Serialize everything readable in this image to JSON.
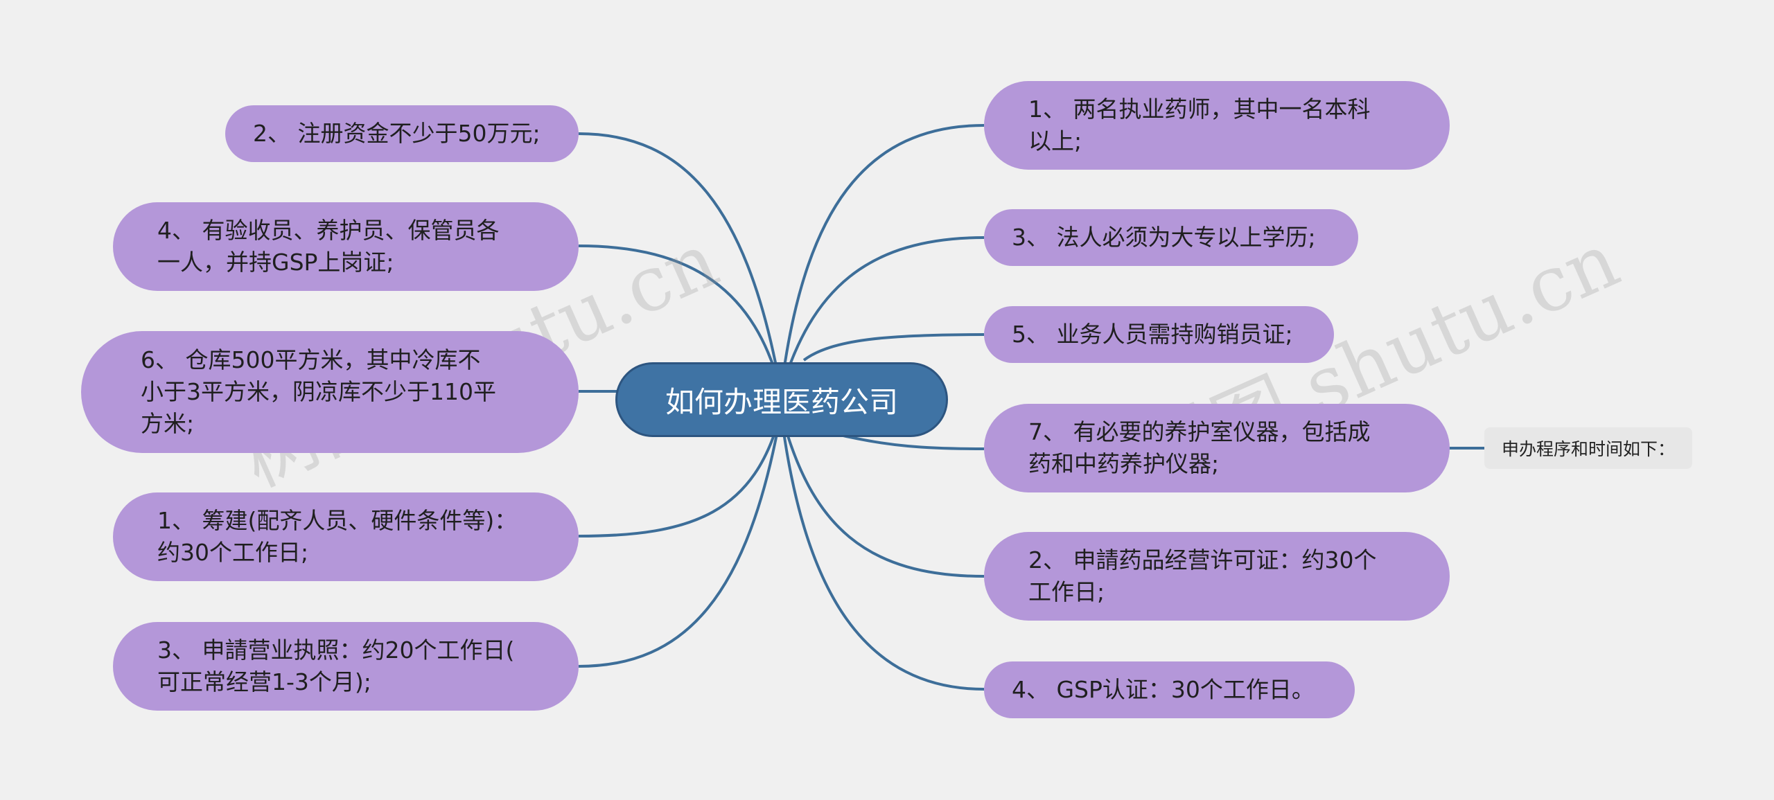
{
  "root": {
    "label": "如何办理医药公司"
  },
  "left_nodes": [
    {
      "id": "L1",
      "label": "2、 注册资金不少于50万元;"
    },
    {
      "id": "L2",
      "label": "4、 有验收员、养护员、保管员各\n一人，并持GSP上岗证;"
    },
    {
      "id": "L3",
      "label": "6、 仓库500平方米，其中冷库不\n小于3平方米，阴凉库不少于110平\n方米;"
    },
    {
      "id": "L4",
      "label": "1、 筹建(配齐人员、硬件条件等)：\n约30个工作日;"
    },
    {
      "id": "L5",
      "label": "3、 申請营业执照：约20个工作日(\n可正常经营1-3个月);"
    }
  ],
  "right_nodes": [
    {
      "id": "R1",
      "label": "1、 两名执业药师，其中一名本科\n以上;"
    },
    {
      "id": "R2",
      "label": "3、 法人必须为大专以上学历;"
    },
    {
      "id": "R3",
      "label": "5、 业务人员需持购销员证;"
    },
    {
      "id": "R4",
      "label": "7、 有必要的养护室仪器，包括成\n药和中药养护仪器;"
    },
    {
      "id": "R5",
      "label": "2、 申請药品经营许可证：约30个\n工作日;"
    },
    {
      "id": "R6",
      "label": "4、 GSP认证：30个工作日。"
    }
  ],
  "note": {
    "label": "申办程序和时间如下："
  },
  "watermarks": [
    "树图 shutu.cn",
    "树图 shutu.cn"
  ],
  "colors": {
    "background": "#f0f0f0",
    "root_fill": "#3f73a4",
    "node_fill": "#b497d9",
    "link": "#3d6e99"
  }
}
